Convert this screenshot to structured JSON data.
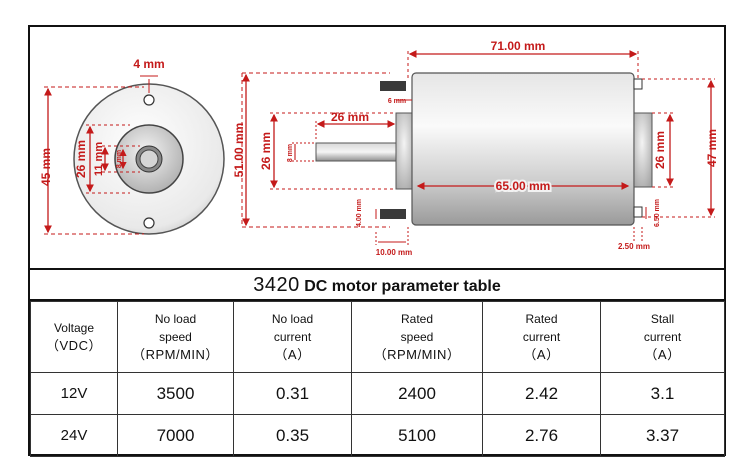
{
  "diagram": {
    "labels": {
      "hole": "4 mm",
      "outer_dia": "45 mm",
      "boss_dia": "26 mm",
      "inner_dia": "11 mm",
      "shaft_dia": "8 mm",
      "total_length": "71.00 mm",
      "flange_offset": "6 mm",
      "shaft_length": "26 mm",
      "shaft_dia_side": "8 mm",
      "body_dia": "51.00 mm",
      "boss_dia_side": "26 mm",
      "body_length": "65.00 mm",
      "right_boss": "26 mm",
      "right_dia": "47 mm",
      "screw_height": "4.00 mm",
      "screw_length": "10.00 mm",
      "terminal_height": "6.50 mm",
      "terminal_width": "2.50 mm"
    },
    "line_color": "#c41a1a"
  },
  "title": {
    "model": "3420",
    "caption": "DC motor parameter table"
  },
  "table": {
    "headers": [
      {
        "l1": "Voltage",
        "l2": "",
        "l3": "（VDC）"
      },
      {
        "l1": "No load",
        "l2": "speed",
        "l3": "（RPM/MIN）"
      },
      {
        "l1": "No load",
        "l2": "current",
        "l3": "（A）"
      },
      {
        "l1": "Rated",
        "l2": "speed",
        "l3": "（RPM/MIN）"
      },
      {
        "l1": "Rated",
        "l2": "current",
        "l3": "（A）"
      },
      {
        "l1": "Stall",
        "l2": "current",
        "l3": "（A）"
      }
    ],
    "rows": [
      [
        "12V",
        "3500",
        "0.31",
        "2400",
        "2.42",
        "3.1"
      ],
      [
        "24V",
        "7000",
        "0.35",
        "5100",
        "2.76",
        "3.37"
      ]
    ]
  }
}
